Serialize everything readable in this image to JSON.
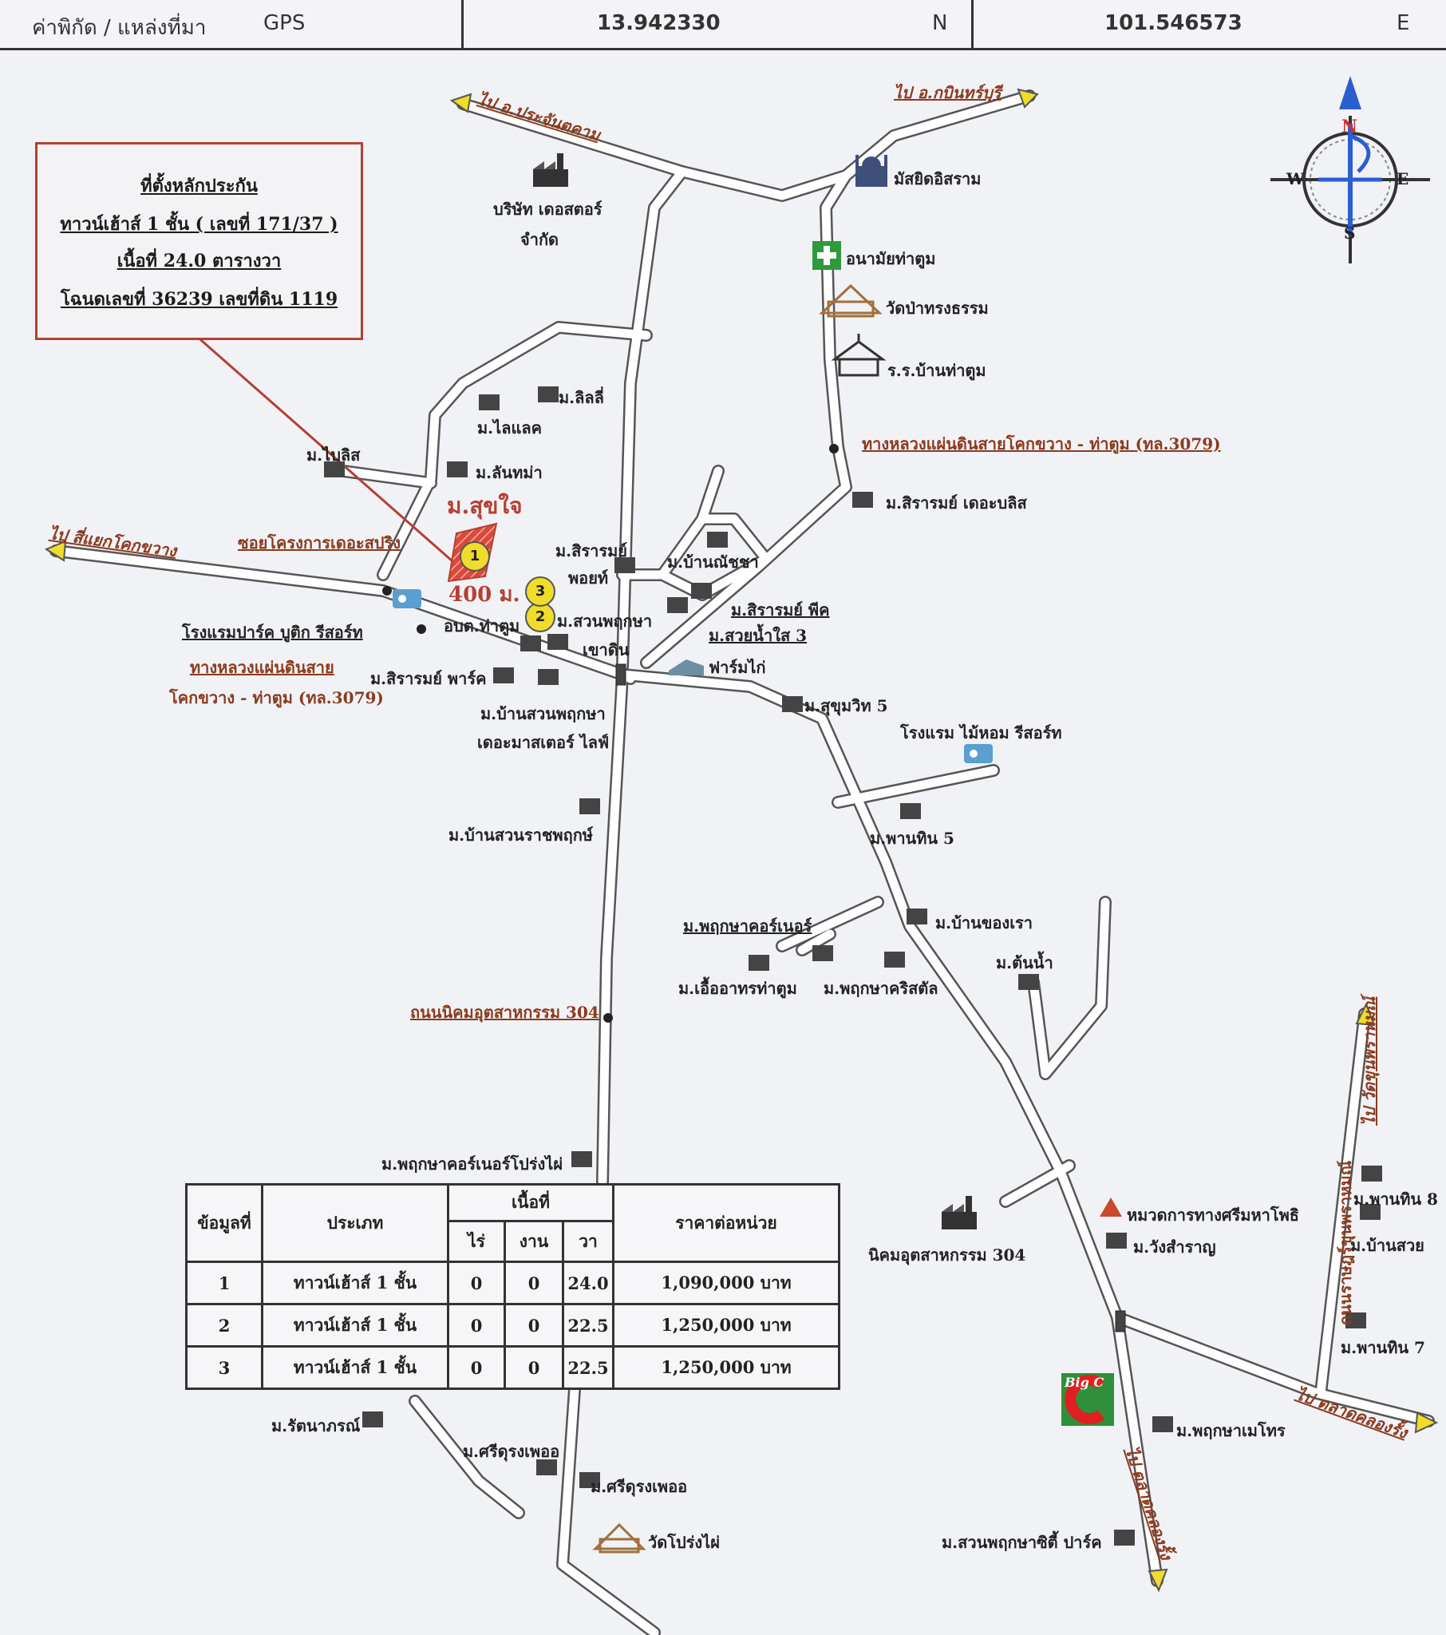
{
  "header": {
    "coord_label": "ค่าพิกัด / แหล่งที่มา",
    "source": "GPS",
    "latitude": "13.942330",
    "lat_suffix": "N",
    "longitude": "101.546573",
    "lon_suffix": "E"
  },
  "info_box": {
    "line1": "ที่ตั้งหลักประกัน",
    "line2": "ทาวน์เฮ้าส์ 1 ชั้น ( เลขที่ 171/37 )",
    "line3": "เนื้อที่ 24.0 ตารางวา",
    "line4": "โฉนดเลขที่ 36239 เลขที่ดิน 1119"
  },
  "compass": {
    "n": "N",
    "s": "S",
    "e": "E",
    "w": "W"
  },
  "property": {
    "name": "ม.สุขใจ",
    "distance": "400 ม.",
    "markers": [
      "1",
      "2",
      "3"
    ]
  },
  "directions": {
    "prachantakham": "ไป อ.ประจันตคาม",
    "kabinburi": "ไป อ.กบินทร์บุรี",
    "kokkwang": "ไป สี่แยกโคกขวาง",
    "watkhunphraya": "ไป วัดขุนพราหมณ์",
    "talad_right": "ไป ตลาดคลองรั้ง",
    "talad_bottom": "ไป ตลาดคลองรั้ง"
  },
  "roads": {
    "hwy3079_top": "ทางหลวงแผ่นดินสายโคกขวาง - ท่าตูม (ทล.3079)",
    "hwy3079_left_1": "ทางหลวงแผ่นดินสาย",
    "hwy3079_left_2": "โคกขวาง - ท่าตูม (ทล.3079)",
    "nikom304": "ถนนนิคมอุตสาหกรรม 304",
    "soi_spring": "ซอยโครงการเดอะสปริง",
    "right_vertical": "ถนนราษฎร์ขุนพราหมณ์"
  },
  "places": {
    "factory_top_1": "บริษัท เดอสตอร์",
    "factory_top_2": "จำกัด",
    "mosque": "มัสยิดอิสราม",
    "health": "อนามัยท่าตูม",
    "temple_top": "วัดป่าทรงธรรม",
    "school": "ร.ร.บ้านท่าตูม",
    "lilly": "ม.ลิลลี่",
    "lilac": "ม.ไลแลค",
    "bliss": "ม.ไบลิส",
    "lanthom": "ม.ลันทม่า",
    "sirarom_bliss": "ม.สิรารมย์ เดอะบลิส",
    "sirarom_point_1": "ม.สิรารมย์",
    "sirarom_point_2": "พอยท์",
    "baannatcha": "ม.บ้านณัชชา",
    "sirarom_peak": "ม.สิรารมย์ พีค",
    "suaynamsai": "ม.สวยน้ำใส 3",
    "suanpruksa_khaodin_1": "ม.สวนพฤกษา",
    "suanpruksa_khaodin_2": "เขาดิน",
    "obt": "อบต.ท่าตูม",
    "farm": "ฟาร์มไก่",
    "hotel_park": "โรงแรมปาร์ค บูติก รีสอร์ท",
    "sirarom_park": "ม.สิรารมย์ พาร์ค",
    "suanpruksa_master_1": "ม.บ้านสวนพฤกษา",
    "suanpruksa_master_2": "เดอะมาสเตอร์ ไลฟ์",
    "sukhumvit5": "ม.สุขุมวิท 5",
    "hotel_maihom": "โรงแรม ไม้หอม รีสอร์ท",
    "suanratchapruek": "ม.บ้านสวนราชพฤกษ์",
    "phanthin5": "ม.พานทิน 5",
    "pruksa_corner": "ม.พฤกษาคอร์เนอร์",
    "baankhongrao": "ม.บ้านของเรา",
    "eua_athorn": "ม.เอื้ออาทรท่าตูม",
    "pruksa_crystal": "ม.พฤกษาคริสตัล",
    "tonnam": "ม.ต้นน้ำ",
    "pruksa_corner_prongphai": "ม.พฤกษาคอร์เนอร์โปร่งไผ่",
    "nikom_factory": "นิคมอุตสาหกรรม 304",
    "highway_dept": "หมวดการทางศรีมหาโพธิ",
    "wangsamran": "ม.วังสำราญ",
    "phanthin8": "ม.พานทิน 8",
    "baansuay": "ม.บ้านสวย",
    "phanthin7": "ม.พานทิน 7",
    "big_c": "Big C",
    "pruksa_metro": "ม.พฤกษาเมโทร",
    "suanpruksa_city": "ม.สวนพฤกษาซิตี้ ปาร์ค",
    "rattanaporn": "ม.รัตนาภรณ์",
    "sriurung_1": "ม.ศรีดุรงเพออ",
    "sriurung_2": "ม.ศรีดุรงเพออ",
    "wat_prongphai": "วัดโปร่งไผ่"
  },
  "table": {
    "headers": {
      "col1": "ข้อมูลที่",
      "col2": "ประเภท",
      "area": "เนื้อที่",
      "rai": "ไร่",
      "ngan": "งาน",
      "wa": "วา",
      "price": "ราคาต่อหน่วย"
    },
    "rows": [
      {
        "no": "1",
        "type": "ทาวน์เฮ้าส์ 1 ชั้น",
        "rai": "0",
        "ngan": "0",
        "wa": "24.0",
        "price": "1,090,000 บาท"
      },
      {
        "no": "2",
        "type": "ทาวน์เฮ้าส์ 1 ชั้น",
        "rai": "0",
        "ngan": "0",
        "wa": "22.5",
        "price": "1,250,000 บาท"
      },
      {
        "no": "3",
        "type": "ทาวน์เฮ้าส์ 1 ชั้น",
        "rai": "0",
        "ngan": "0",
        "wa": "22.5",
        "price": "1,250,000 บาท"
      }
    ]
  },
  "colors": {
    "road_fill": "#ffffff",
    "road_edge": "#555555",
    "accent_red": "#b44032",
    "direction_text": "#8b3a1e",
    "compass_blue": "#2a5fd0",
    "marker_yellow": "#f0dc2a"
  }
}
